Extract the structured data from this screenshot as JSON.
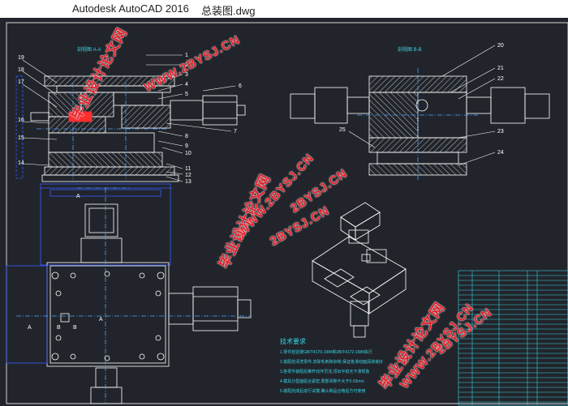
{
  "window": {
    "app_title": "Autodesk AutoCAD 2016",
    "file_title": "总装图.dwg"
  },
  "drawing": {
    "view_titles": [
      "剖视图 A-A",
      "剖视图 B-B"
    ],
    "part_numbers_left": [
      "19",
      "18",
      "17",
      "16",
      "15",
      "14"
    ],
    "part_numbers_mid": [
      "1",
      "2",
      "3",
      "4",
      "5",
      "6",
      "7",
      "8",
      "9",
      "10",
      "11",
      "12",
      "13"
    ],
    "part_numbers_right": [
      "20",
      "21",
      "22",
      "23",
      "24"
    ],
    "part_number_b": "25",
    "section_marks": [
      "A",
      "A",
      "B",
      "A",
      "B"
    ],
    "tech_heading": "技术要求",
    "tech_lines": [
      "1.零件检验按GB/T4170-1984和JB/T4172-1984执行",
      "2.装配前清洗零件,去除毛刺和杂物,保证各滑动面润滑良好",
      "3.各零件装配后推杆动作灵活,顶出平稳无卡滞现象",
      "4.模具分型面贴合紧密,局部间隙不大于0.03mm",
      "5.装配完成后进行试模,确认制品合格后方可使用"
    ]
  },
  "watermarks": {
    "cn": "毕业设计论文网",
    "url": "WWW.2BYSJ.CN",
    "url_short": "2BYSJ.CN"
  },
  "colors": {
    "background": "#21252b",
    "line": "#ffffff",
    "hatch": "#ffffff",
    "dim": "#4fa3ff",
    "leader": "#ffffff",
    "table": "#3ad1e0",
    "text_cyan": "#39d5e8",
    "frame_blue": "#3b5bff",
    "highlight": "#ff2d2d",
    "watermark": "#e3202a"
  }
}
